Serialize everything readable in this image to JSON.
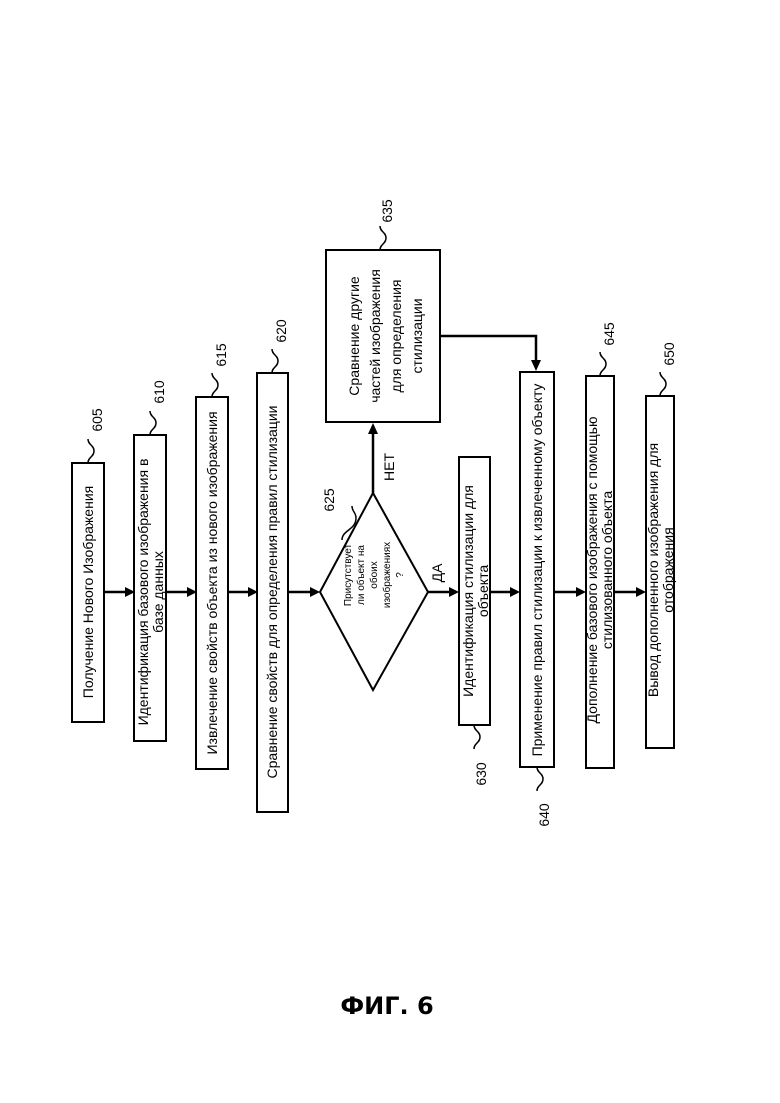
{
  "steps": {
    "s605": {
      "text": "Получение Нового Изображения",
      "ref": "605"
    },
    "s610": {
      "line1": "Идентификация базового изображения в",
      "line2": "базе данных",
      "ref": "610"
    },
    "s615": {
      "text": "Извлечение свойств объекта из нового изображения",
      "ref": "615"
    },
    "s620": {
      "text": "Сравнение свойств для определения правил стилизации",
      "ref": "620"
    },
    "s625": {
      "line1": "Присутствует",
      "line2": "ли объект на",
      "line3": "обоих",
      "line4": "изображениях",
      "line5": "?",
      "ref": "625"
    },
    "s630": {
      "line1": "Идентификация стилизации для",
      "line2": "объекта",
      "ref": "630"
    },
    "s635": {
      "line1": "Сравнение другие",
      "line2": "частей изображения",
      "line3": "для определения",
      "line4": "стилизации",
      "ref": "635"
    },
    "s640": {
      "text": "Применение правил стилизации к извлеченному объекту",
      "ref": "640"
    },
    "s645": {
      "line1": "Дополнение базового изображения с помощью",
      "line2": "стилизованного объекта",
      "ref": "645"
    },
    "s650": {
      "line1": "Вывод дополненного изображения для",
      "line2": "отображения",
      "ref": "650"
    }
  },
  "branches": {
    "yes": "ДА",
    "no": "НЕТ"
  },
  "figure_label": "ФИГ. 6"
}
